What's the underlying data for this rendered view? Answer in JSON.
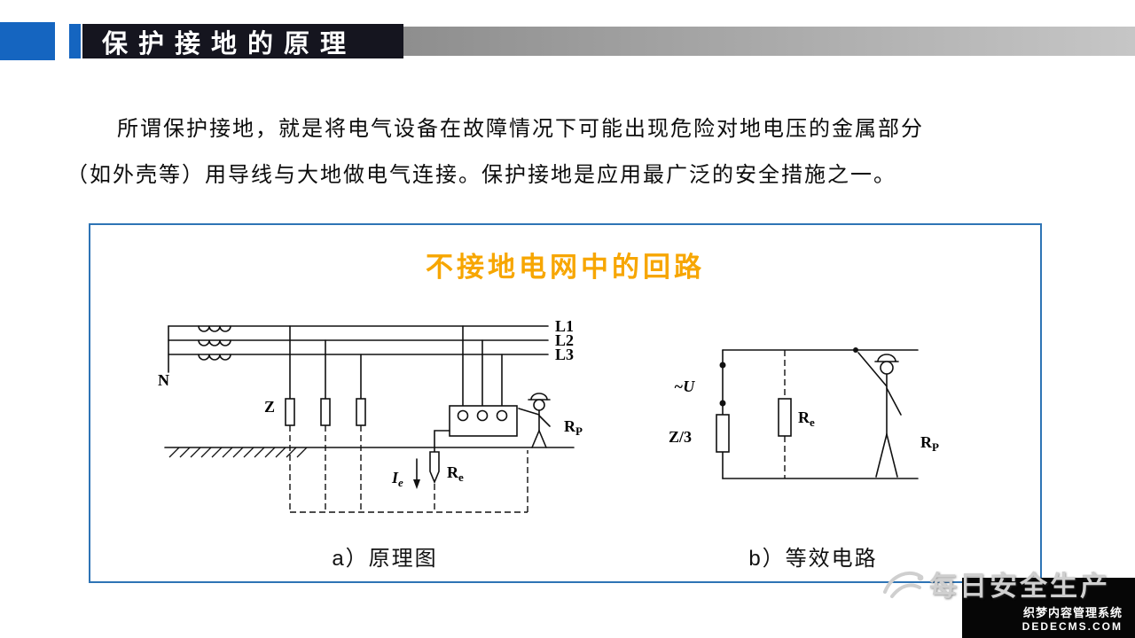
{
  "header": {
    "title": "保护接地的原理"
  },
  "body": {
    "line1": "所谓保护接地，就是将电气设备在故障情况下可能出现危险对地电压的金属部分",
    "line2": "（如外壳等）用导线与大地做电气连接。保护接地是应用最广泛的安全措施之一。"
  },
  "figure": {
    "title": "不接地电网中的回路",
    "caption_a": "a）原理图",
    "caption_b": "b）等效电路",
    "labels": {
      "phase1": "L1",
      "phase2": "L2",
      "phase3": "L3",
      "neutral": "N",
      "impedance": "Z",
      "resistance_symbol": "R",
      "current_symbol": "I",
      "sub_e": "e",
      "sub_p": "P",
      "source": "~U",
      "impedance_third": "Z/3"
    }
  },
  "watermark": {
    "brand": "每日安全生产",
    "cms_name": "织梦内容管理系统",
    "cms_domain": "DEDECMS.COM"
  },
  "colors": {
    "accent_blue": "#1565c0",
    "title_bar": "#15151f",
    "figure_border": "#2e74b5",
    "figure_title": "#f7a600",
    "watermark_gray": "#cfcfcf"
  }
}
